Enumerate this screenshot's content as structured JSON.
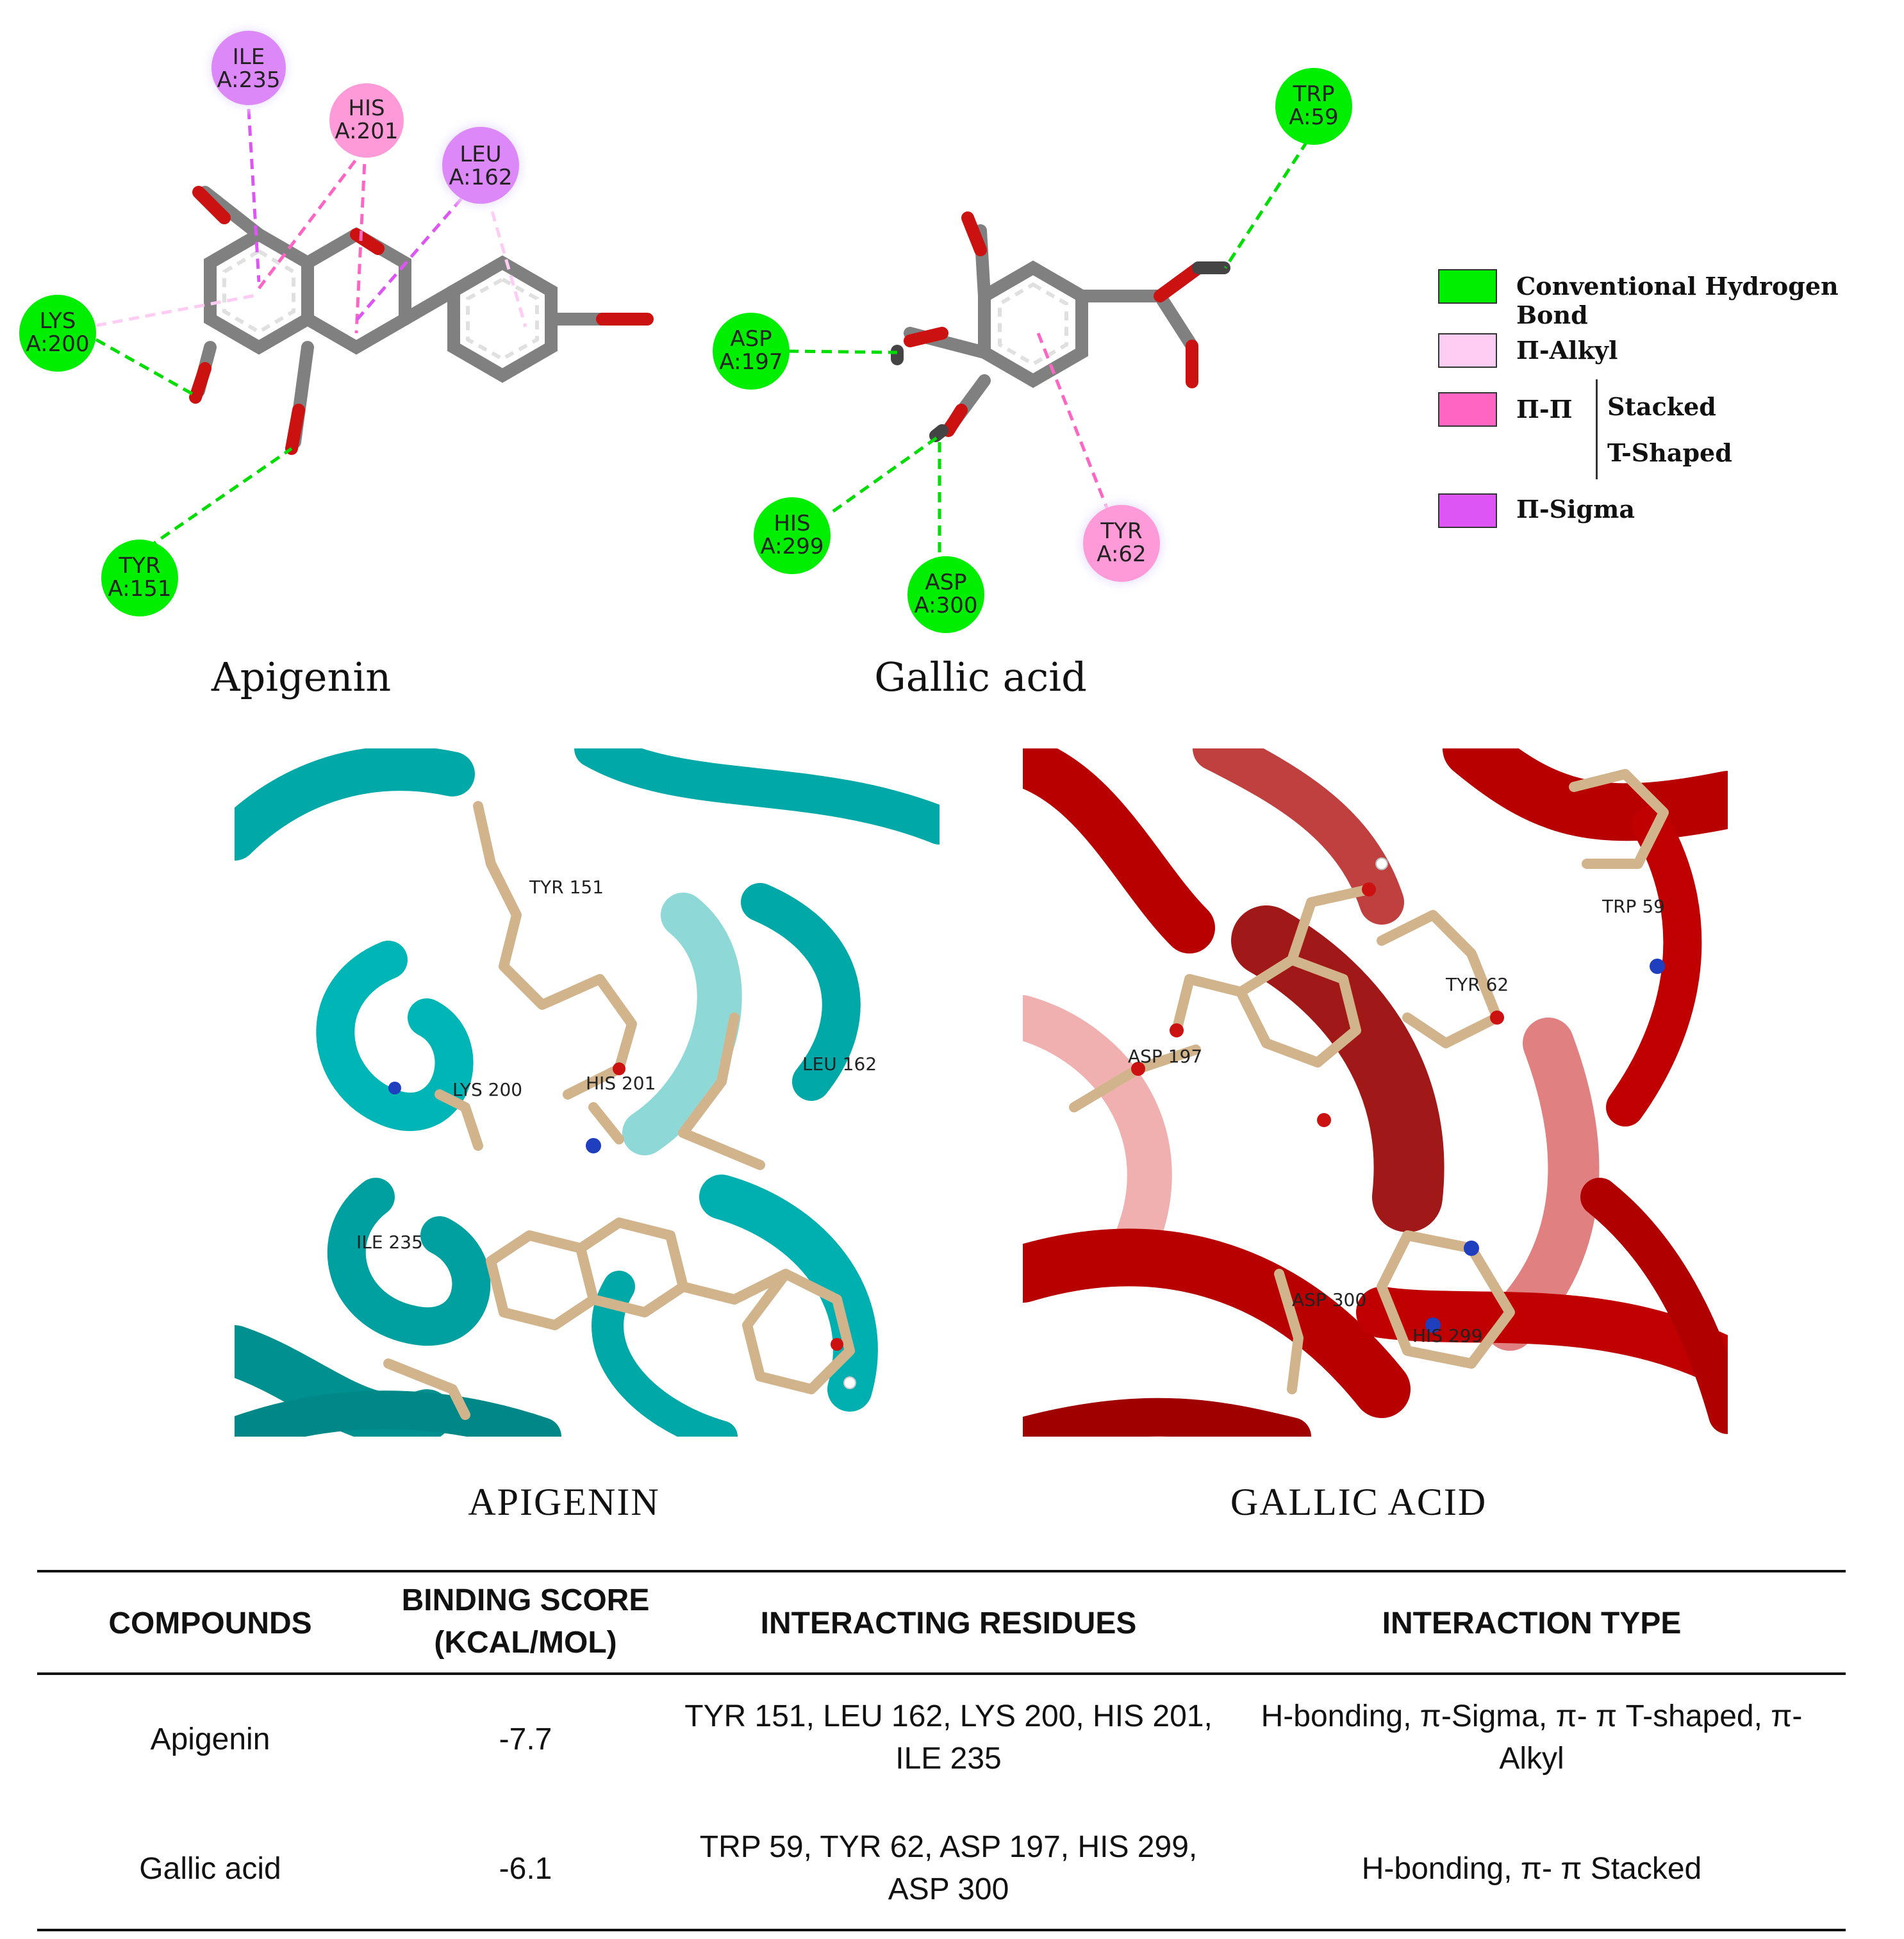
{
  "colors": {
    "conventional_h_bond": "#00ee00",
    "pi_alkyl": "#ffccf4",
    "pi_pi": "#ff66c4",
    "pi_sigma": "#dd55f5",
    "protein_apigenin": "#00a8a8",
    "protein_gallic": "#b80000",
    "ligand_stick": "#d2b48c"
  },
  "diagram_apigenin": {
    "caption": "Apigenin",
    "residues": [
      {
        "name": "ILE",
        "id": "A:235",
        "type": "pi_sigma"
      },
      {
        "name": "HIS",
        "id": "A:201",
        "type": "pi_pi"
      },
      {
        "name": "LEU",
        "id": "A:162",
        "type": "pi_sigma"
      },
      {
        "name": "LYS",
        "id": "A:200",
        "type": "conventional_h_bond"
      },
      {
        "name": "TYR",
        "id": "A:151",
        "type": "conventional_h_bond"
      }
    ]
  },
  "diagram_gallic": {
    "caption": "Gallic acid",
    "residues": [
      {
        "name": "TRP",
        "id": "A:59",
        "type": "conventional_h_bond"
      },
      {
        "name": "ASP",
        "id": "A:197",
        "type": "conventional_h_bond"
      },
      {
        "name": "HIS",
        "id": "A:299",
        "type": "conventional_h_bond"
      },
      {
        "name": "ASP",
        "id": "A:300",
        "type": "conventional_h_bond"
      },
      {
        "name": "TYR",
        "id": "A:62",
        "type": "pi_pi"
      }
    ]
  },
  "legend": {
    "conventional_h_bond": "Conventional Hydrogen Bond",
    "pi_alkyl": "Π-Alkyl",
    "pi_pi": "Π-Π",
    "stacked": "Stacked",
    "t_shaped": "T-Shaped",
    "pi_sigma": "Π-Sigma"
  },
  "render_apigenin": {
    "caption": "APIGENIN",
    "labels": [
      "TYR 151",
      "LYS 200",
      "HIS 201",
      "LEU 162",
      "ILE 235"
    ]
  },
  "render_gallic": {
    "caption": "GALLIC ACID",
    "labels": [
      "TRP 59",
      "TYR 62",
      "ASP 197",
      "ASP 300",
      "HIS 299"
    ]
  },
  "table": {
    "headers": [
      "COMPOUNDS",
      "BINDING SCORE",
      "(KCAL/MOL)",
      "INTERACTING RESIDUES",
      "INTERACTION TYPE"
    ],
    "rows": [
      {
        "compound": "Apigenin",
        "score": "-7.7",
        "residues_1": "TYR 151, LEU 162, LYS 200, HIS 201,",
        "residues_2": "ILE 235",
        "type_1": "H-bonding, π-Sigma, π- π T-shaped, π-",
        "type_2": "Alkyl"
      },
      {
        "compound": "Gallic acid",
        "score": "-6.1",
        "residues_1": "TRP 59, TYR 62, ASP 197, HIS 299,",
        "residues_2": "ASP 300",
        "type_1": "H-bonding, π- π Stacked",
        "type_2": ""
      }
    ]
  }
}
